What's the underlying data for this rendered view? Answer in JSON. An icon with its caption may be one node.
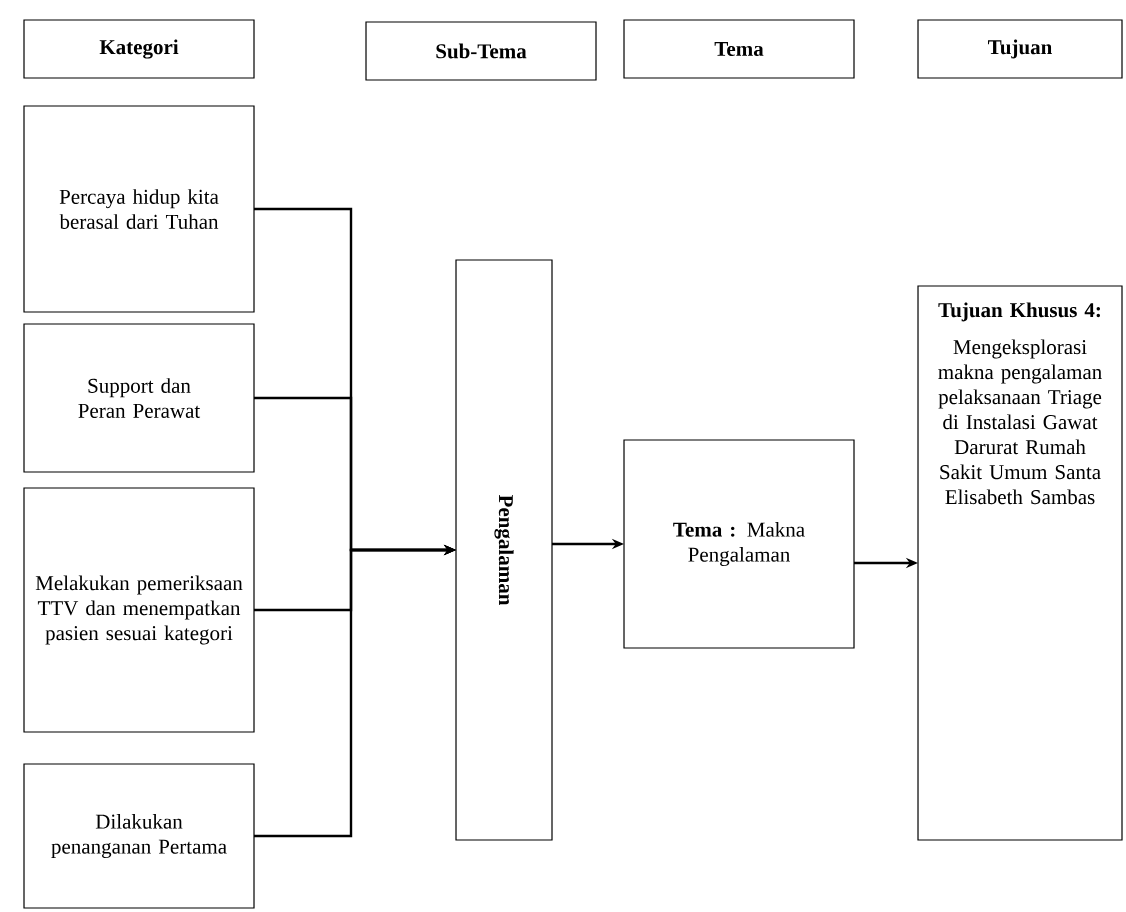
{
  "diagram": {
    "nodes": [
      {
        "text": [
          "Kategori"
        ]
      },
      {
        "text": [
          "Sub-Tema"
        ]
      },
      {
        "text": [
          "Tema"
        ]
      },
      {
        "text": [
          "Tujuan"
        ]
      },
      {
        "text": [
          "Percaya hidup kita berasal dari Tuhan"
        ]
      },
      {
        "text": [
          "Support dan Peran Perawat"
        ]
      },
      {
        "text": [
          "Melakukan pemeriksaan TTV dan menempatkan pasien sesuai kategori"
        ]
      },
      {
        "text": [
          "Dilakukan penanganan Pertama"
        ]
      },
      {
        "text": [
          "Pengalaman"
        ]
      },
      {
        "text": [
          "**Tema :** Makna Pengalaman"
        ]
      },
      {
        "text": [
          "Tujuan Khusus 4:",
          "Mengeksplorasi makna pengalaman pelaksanaan Triage di Instalasi Gawat Darurat Rumah Sakit Umum Santa Elisabeth Sambas"
        ]
      }
    ],
    "edges": [
      {
        "from": 4,
        "to": 8,
        "arrow": "to"
      },
      {
        "from": 5,
        "to": 8,
        "arrow": "to"
      },
      {
        "from": 6,
        "to": 8,
        "arrow": "to"
      },
      {
        "from": 7,
        "to": 8,
        "arrow": "to"
      },
      {
        "from": 8,
        "to": 9,
        "arrow": "to"
      },
      {
        "from": 9,
        "to": 10,
        "arrow": "to"
      }
    ]
  }
}
